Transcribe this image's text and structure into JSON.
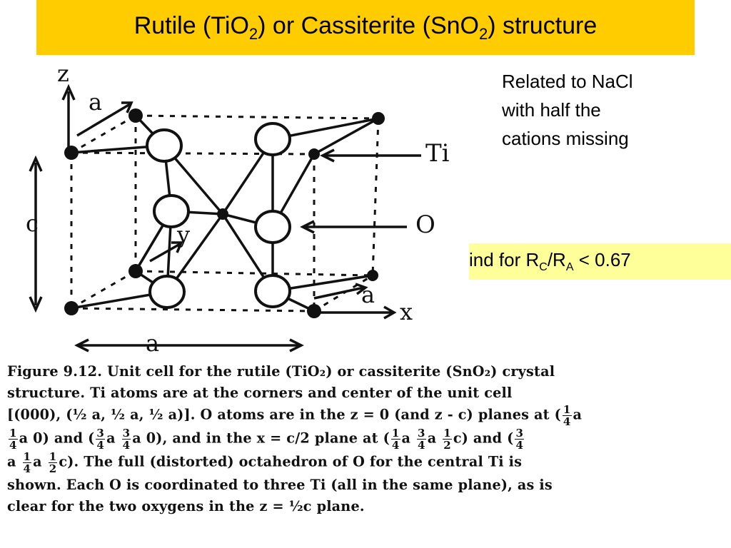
{
  "title": {
    "prefix": "Rutile (TiO",
    "sub1": "2",
    "middle": ") or Cassiterite (SnO",
    "sub2": "2",
    "suffix": ") structure"
  },
  "note": {
    "line1": "Related to NaCl",
    "line2": "with half the",
    "line3": "cations missing"
  },
  "found": {
    "prefix": "ind for R",
    "sub_c": "C",
    "slash": "/R",
    "sub_a": "A",
    "suffix": " < 0.67"
  },
  "diagram_labels": {
    "z": "z",
    "a_top": "a",
    "c": "c",
    "y": "y",
    "ti": "Ti",
    "o": "O",
    "a_right": "a",
    "x": "x",
    "a_bottom": "a"
  },
  "caption": {
    "l1_a": "Figure 9.12.  Unit cell for the rutile (TiO₂) or cassiterite (SnO₂) crystal",
    "l2": "structure.  Ti atoms are at the corners and center of the unit cell",
    "l3_a": "[(000), (½ a, ½ a, ½ a)].  O atoms are in the z = 0 (and z - c) planes at (",
    "l3_b": "a",
    "l4_a": "a 0) and (",
    "l4_b": "a",
    "l4_c": "a 0), and in the x = c/2 plane at (",
    "l4_d": "a",
    "l4_e": "a",
    "l4_f": "c) and (",
    "l5_a": "a",
    "l5_b": "a",
    "l5_c": "c).  The full (distorted) octahedron of O for the central Ti is",
    "l6": "shown.  Each O is coordinated to three Ti (all in the same plane), as is",
    "l7": "clear for the two oxygens in the z = ½c plane.",
    "one": "1",
    "three": "3",
    "four": "4",
    "two": "2"
  }
}
